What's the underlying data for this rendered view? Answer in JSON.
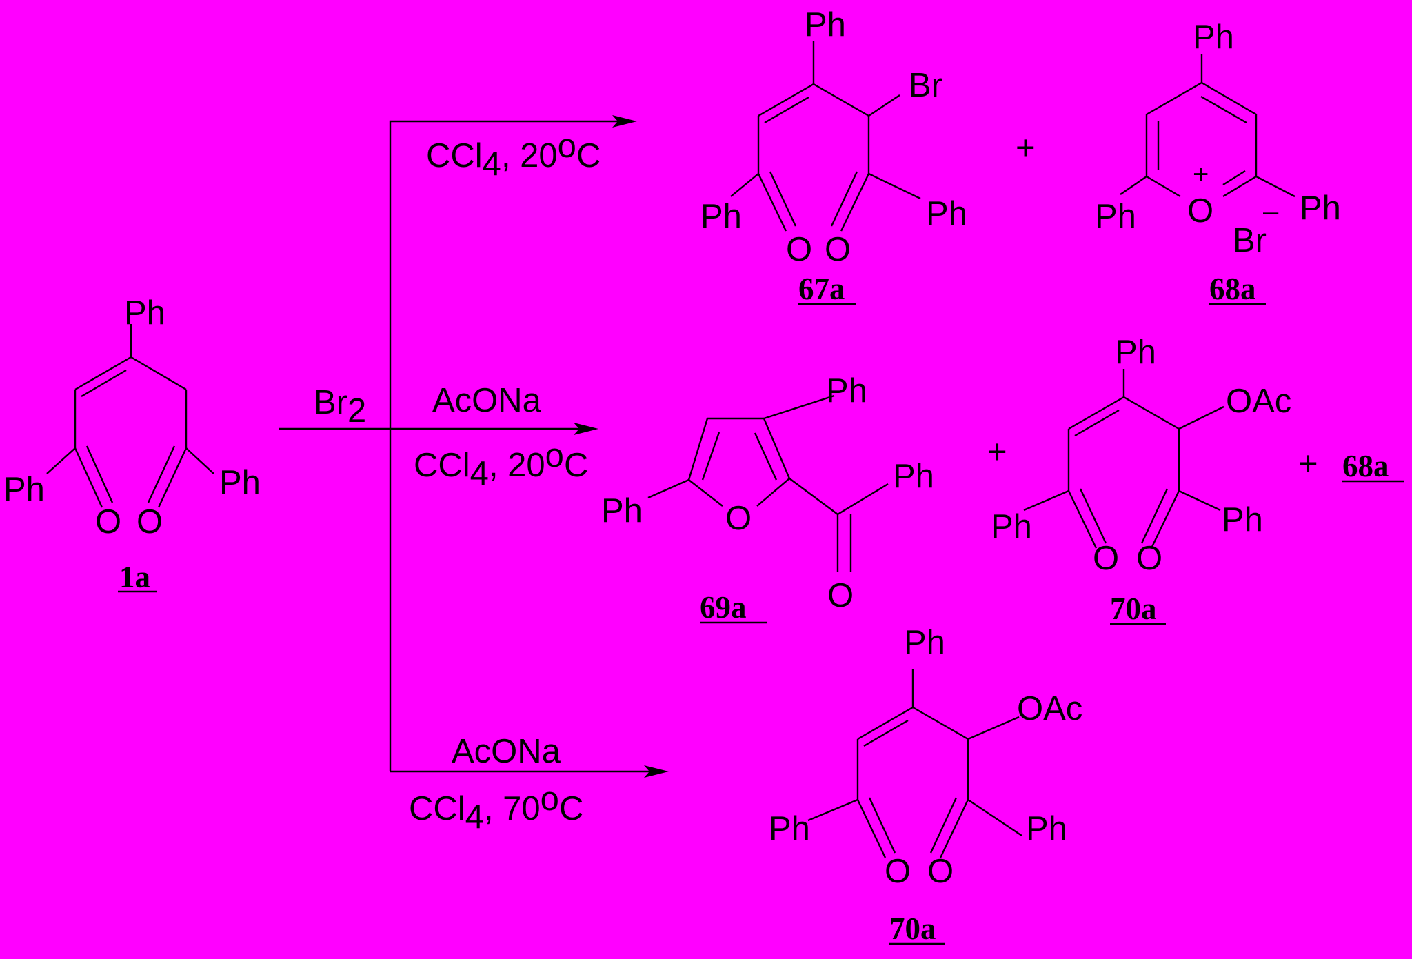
{
  "colors": {
    "background": "#ff00ff",
    "ink": "#000000"
  },
  "labels": {
    "ph": "Ph",
    "o": "O",
    "br": "Br",
    "oac": "OAc",
    "plus": "+",
    "minus": "–"
  },
  "compounds": {
    "c1a": "1a",
    "c67a": "67a",
    "c68a": "68a",
    "c69a": "69a",
    "c70a": "70a"
  },
  "conditions": {
    "reagent_main": "Br",
    "reagent_main_sub": "2",
    "ccl": "CCl",
    "ccl_sub": "4",
    "deg": "o",
    "celsius": "C",
    "temp_20_spaced": ",  20",
    "temp_20": ", 20",
    "temp_70": ", 70",
    "acona": "AcONa"
  }
}
